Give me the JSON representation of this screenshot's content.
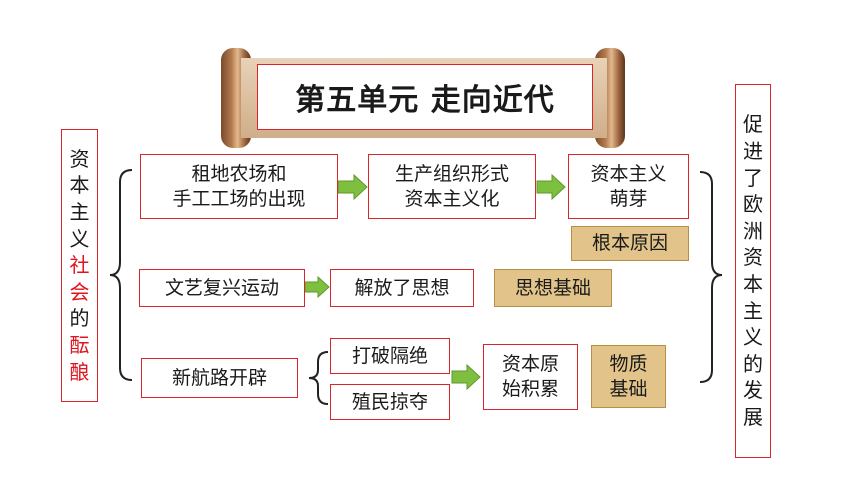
{
  "title": "第五单元  走向近代",
  "left_label": {
    "chars": [
      "资",
      "本",
      "主",
      "义",
      "社",
      "会",
      "的",
      "酝",
      "酿"
    ],
    "highlight": [
      4,
      5,
      7,
      8
    ]
  },
  "right_label": {
    "chars": [
      "促",
      "进",
      "了",
      "欧",
      "洲",
      "资",
      "本",
      "主",
      "义",
      "的",
      "发",
      "展"
    ]
  },
  "row1": {
    "box1": "租地农场和\n手工工场的出现",
    "box2": "生产组织形式\n资本主义化",
    "box3": "资本主义\n萌芽",
    "tag": "根本原因"
  },
  "row2": {
    "box1": "文艺复兴运动",
    "box2": "解放了思想",
    "tag": "思想基础"
  },
  "row3": {
    "box1": "新航路开辟",
    "branch_a": "打破隔绝",
    "branch_b": "殖民掠夺",
    "box2": "资本原\n始积累",
    "tag": "物质\n基础"
  },
  "colors": {
    "border_red": "#d9262c",
    "text_red": "#e0141e",
    "tag_tan": "#e2c48a",
    "arrow_green": "#7fbf3f"
  }
}
